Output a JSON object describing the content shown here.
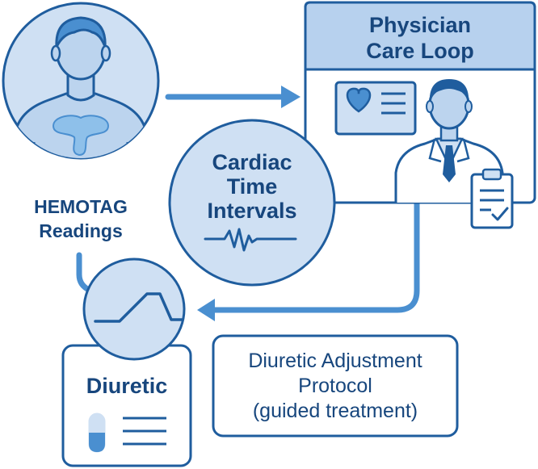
{
  "patient": {
    "label_line1": "HEMOTAG",
    "label_line2": "Readings"
  },
  "physician": {
    "title_line1": "Physician",
    "title_line2": "Care Loop"
  },
  "cardiac": {
    "line1": "Cardiac",
    "line2": "Time",
    "line3": "Intervals"
  },
  "diuretic": {
    "label": "Diuretic"
  },
  "protocol": {
    "line1": "Diuretic Adjustment",
    "line2": "Protocol",
    "line3": "(guided treatment)"
  },
  "icons": {
    "patient": "patient-with-sensor-icon",
    "physician": "doctor-icon",
    "record": "heart-record-icon",
    "clipboard": "clipboard-check-icon",
    "waveform": "ecg-waveform-icon",
    "trend": "trend-line-icon",
    "pill": "pill-capsule-icon"
  },
  "colors": {
    "primary": "#1f5d9e",
    "accent": "#4a8fd0",
    "light_fill": "#cfe0f3",
    "dark_text": "#17467d"
  }
}
